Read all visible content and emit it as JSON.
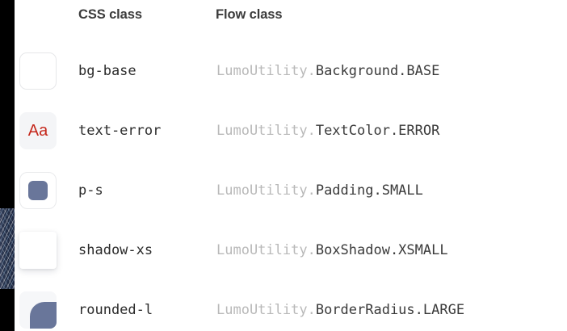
{
  "table": {
    "columns": [
      {
        "key": "preview",
        "label": ""
      },
      {
        "key": "css",
        "label": "CSS class"
      },
      {
        "key": "flow",
        "label": "Flow class"
      }
    ],
    "rows": [
      {
        "preview_icon": "bg-base-swatch-icon",
        "css_class": "bg-base",
        "flow_prefix": "LumoUtility.",
        "flow_value": "Background.BASE"
      },
      {
        "preview_icon": "text-error-swatch-icon",
        "preview_text": "Aa",
        "css_class": "text-error",
        "flow_prefix": "LumoUtility.",
        "flow_value": "TextColor.ERROR"
      },
      {
        "preview_icon": "padding-small-swatch-icon",
        "css_class": "p-s",
        "flow_prefix": "LumoUtility.",
        "flow_value": "Padding.SMALL"
      },
      {
        "preview_icon": "box-shadow-xsmall-swatch-icon",
        "css_class": "shadow-xs",
        "flow_prefix": "LumoUtility.",
        "flow_value": "BoxShadow.XSMALL"
      },
      {
        "preview_icon": "border-radius-large-swatch-icon",
        "css_class": "rounded-l",
        "flow_prefix": "LumoUtility.",
        "flow_value": "BorderRadius.LARGE"
      }
    ]
  },
  "colors": {
    "error_text": "#c5281c",
    "swatch_slate": "#69769a",
    "flow_prefix_gray": "#b9b9b9",
    "flow_value_gray": "#3a3a3a",
    "header_text": "#3b3b3b",
    "page_background": "#ffffff",
    "edge_bar": "#000000"
  }
}
